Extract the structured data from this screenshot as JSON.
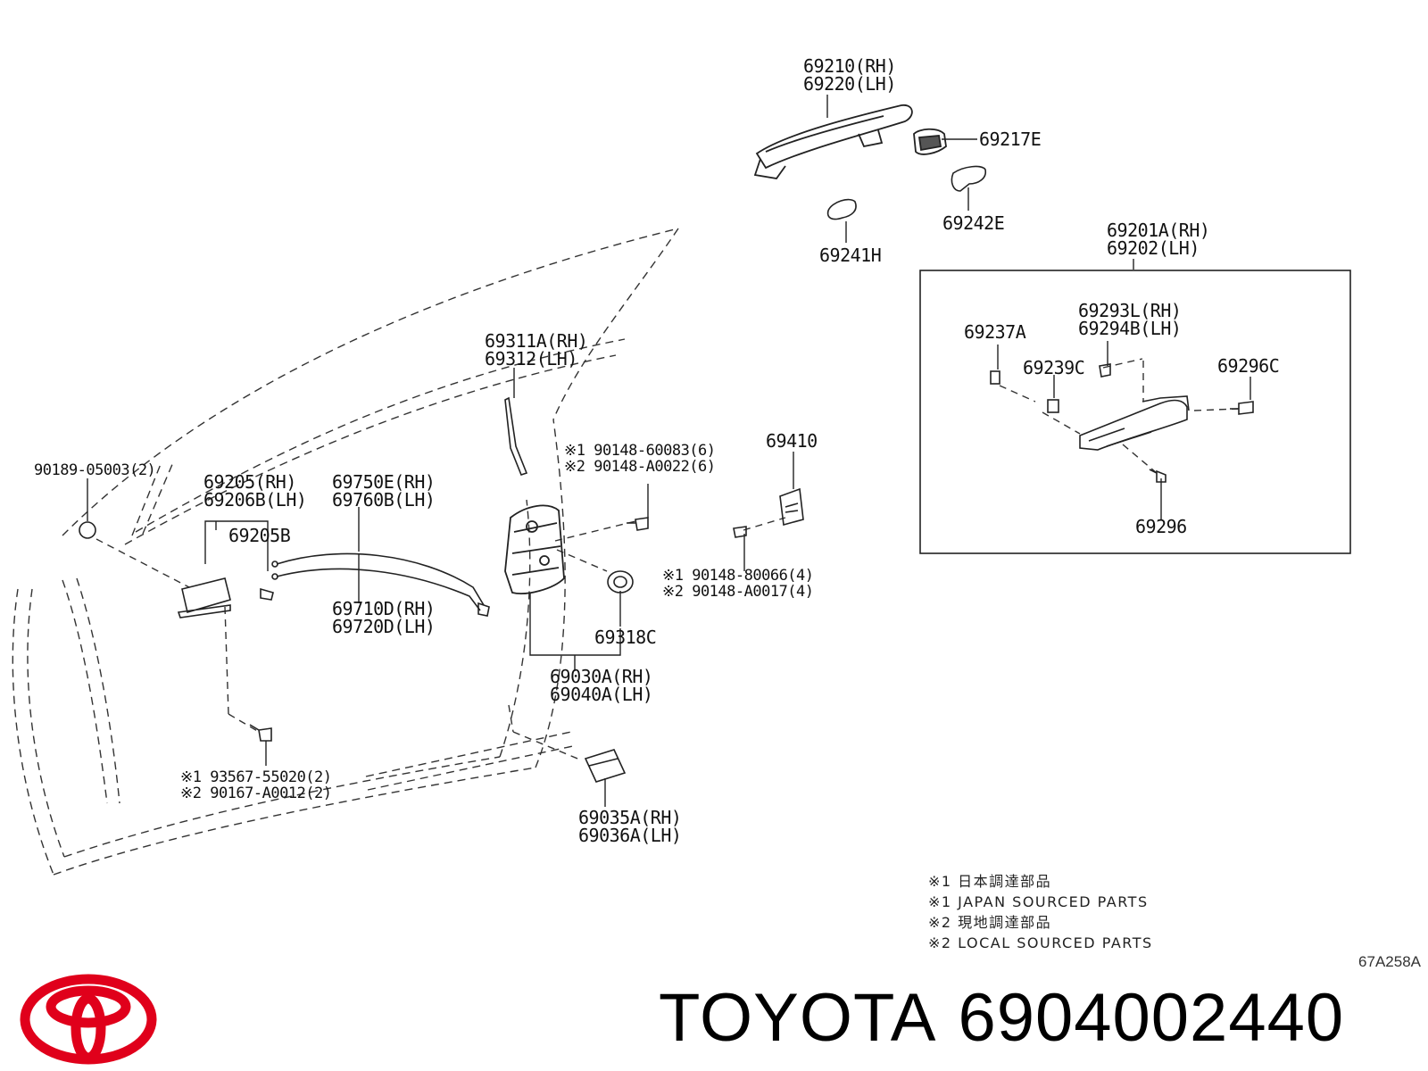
{
  "labels": {
    "handle": [
      "69210(RH)",
      "69220(LH)"
    ],
    "cap_69217e": "69217E",
    "pad_69242e": "69242E",
    "pad_69241h": "69241H",
    "frame": [
      "69201A(RH)",
      "69202(LH)"
    ],
    "pad_69237a": "69237A",
    "rod_69293": [
      "69293L(RH)",
      "69294B(LH)"
    ],
    "clip_69239c": "69239C",
    "screw_69296c": "69296C",
    "screw_69296": "69296",
    "lock_rod": [
      "69311A(RH)",
      "69312(LH)"
    ],
    "screws_top": [
      "※1 90148-60083(6)",
      "※2 90148-A0022(6)"
    ],
    "striker": "69410",
    "screws_striker": [
      "※1 90148-80066(4)",
      "※2 90148-A0017(4)"
    ],
    "clip_left": "90189-05003(2)",
    "inside_handle": [
      "69205(RH)",
      "69206B(LH)"
    ],
    "cable_top": [
      "69750E(RH)",
      "69760B(LH)"
    ],
    "bezel": "69205B",
    "cable_bottom": [
      "69710D(RH)",
      "69720D(LH)"
    ],
    "grommet": "69318C",
    "lock_assy": [
      "69030A(RH)",
      "69040A(LH)"
    ],
    "screws_bottom": [
      "※1 93567-55020(2)",
      "※2 90167-A0012(2)"
    ],
    "cover": [
      "69035A(RH)",
      "69036A(LH)"
    ]
  },
  "notes": [
    "※1 日本調達部品",
    "※1 JAPAN SOURCED PARTS",
    "※2 現地調達部品",
    "※2 LOCAL SOURCED PARTS"
  ],
  "diagram_code": "67A258A",
  "brand": {
    "name": "TOYOTA",
    "part_number": "6904002440",
    "logo_color": "#e0001b"
  }
}
